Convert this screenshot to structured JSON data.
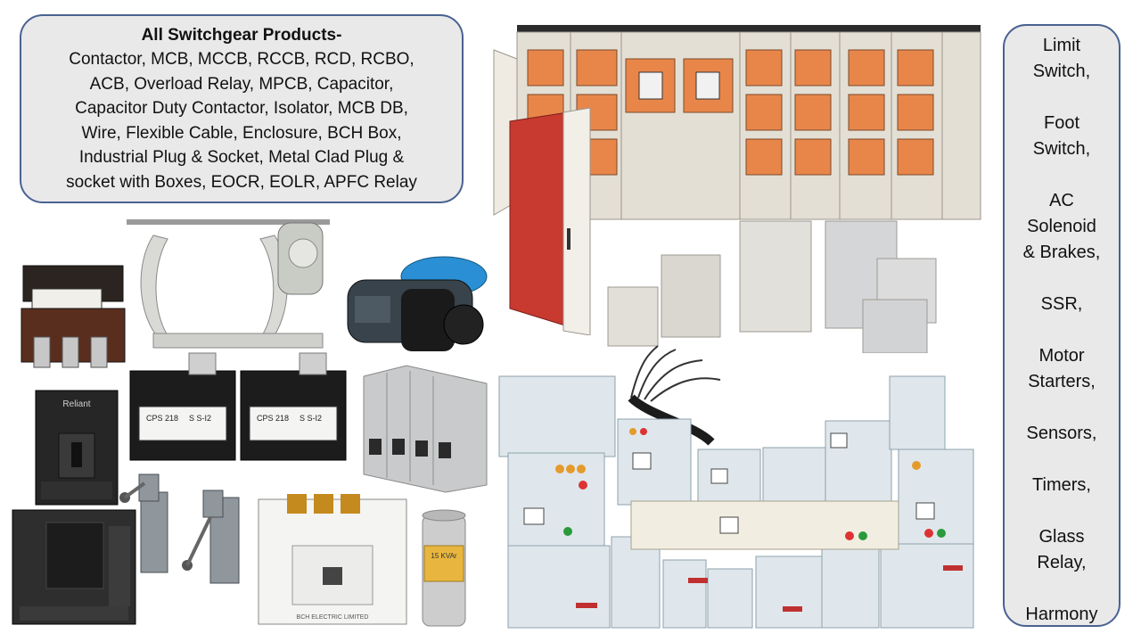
{
  "products_box": {
    "title": "All Switchgear Products-",
    "lines": [
      "Contactor,  MCB, MCCB, RCCB, RCD, RCBO,",
      "ACB, Overload Relay, MPCB, Capacitor,",
      "Capacitor Duty Contactor, Isolator, MCB DB,",
      "Wire, Flexible Cable,  Enclosure, BCH Box,",
      "Industrial Plug & Socket, Metal Clad Plug &",
      "socket with Boxes, EOCR, EOLR, APFC Relay"
    ]
  },
  "side_box": {
    "items": [
      [
        "Limit",
        "Switch,"
      ],
      [
        "Foot",
        "Switch,"
      ],
      [
        "AC",
        "Solenoid",
        "& Brakes,"
      ],
      [
        "SSR,"
      ],
      [
        "Motor",
        "Starters,"
      ],
      [
        "Sensors,"
      ],
      [
        "Timers,"
      ],
      [
        "Glass",
        "Relay,"
      ],
      [
        "Harmony"
      ]
    ]
  },
  "product_labels": {
    "capacitor_rating": "15 KVAr",
    "mccb_brand": "Reliant",
    "contactor_model": "CPS 218",
    "contactor_rating": "S S-I2",
    "power_contactor_maker": "BCH ELECTRIC LIMITED"
  },
  "colors": {
    "callout_fill": "#e9e9ea",
    "callout_border": "#4a6291",
    "panel_body": "#e4dfd4",
    "panel_interior": "#e8864a",
    "enclosure": "#d9d9d6",
    "starter_panel": "#dfe7ec",
    "red_door": "#c8392f",
    "blue_plug": "#2a8fd4"
  }
}
